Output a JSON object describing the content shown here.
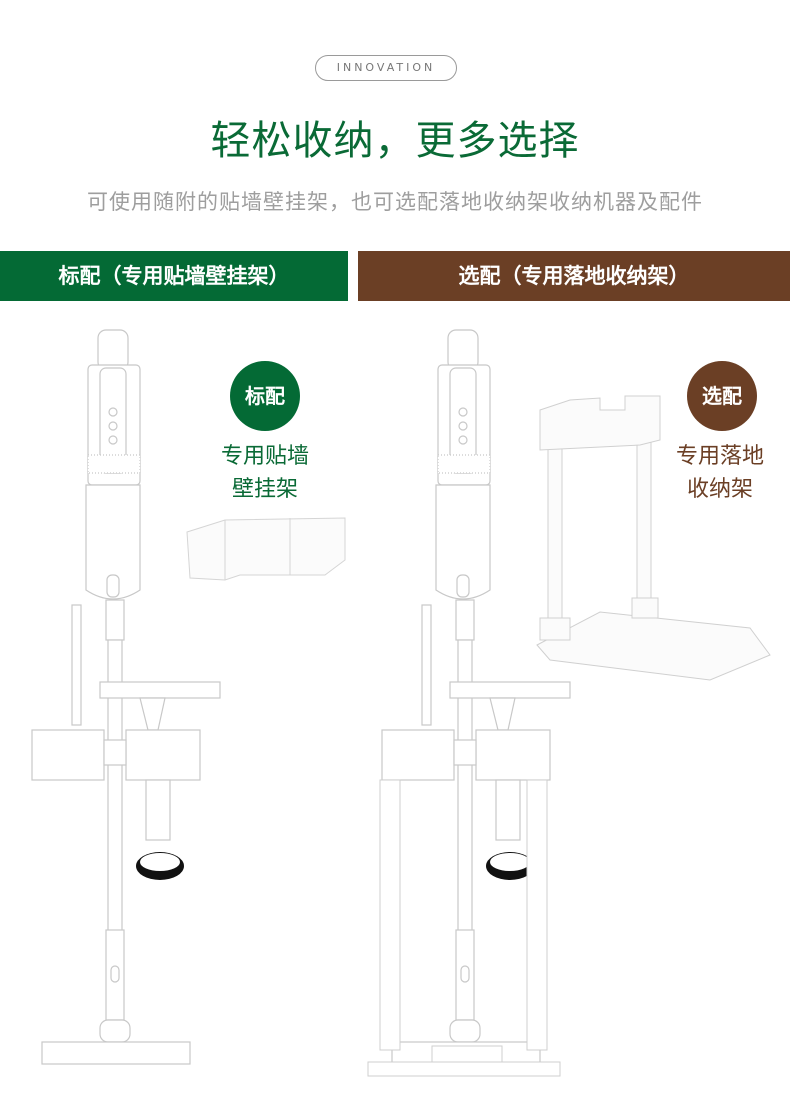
{
  "header": {
    "tag": "INNOVATION",
    "title": "轻松收纳，更多选择",
    "subtitle": "可使用随附的贴墙壁挂架，也可选配落地收纳架收纳机器及配件"
  },
  "options": [
    {
      "band_label": "标配（专用贴墙壁挂架）",
      "badge": "标配",
      "caption_line1": "专用贴墙",
      "caption_line2": "壁挂架",
      "color": "#046a35"
    },
    {
      "band_label": "选配（专用落地收纳架）",
      "badge": "选配",
      "caption_line1": "专用落地",
      "caption_line2": "收纳架",
      "color": "#6b3f25"
    }
  ]
}
